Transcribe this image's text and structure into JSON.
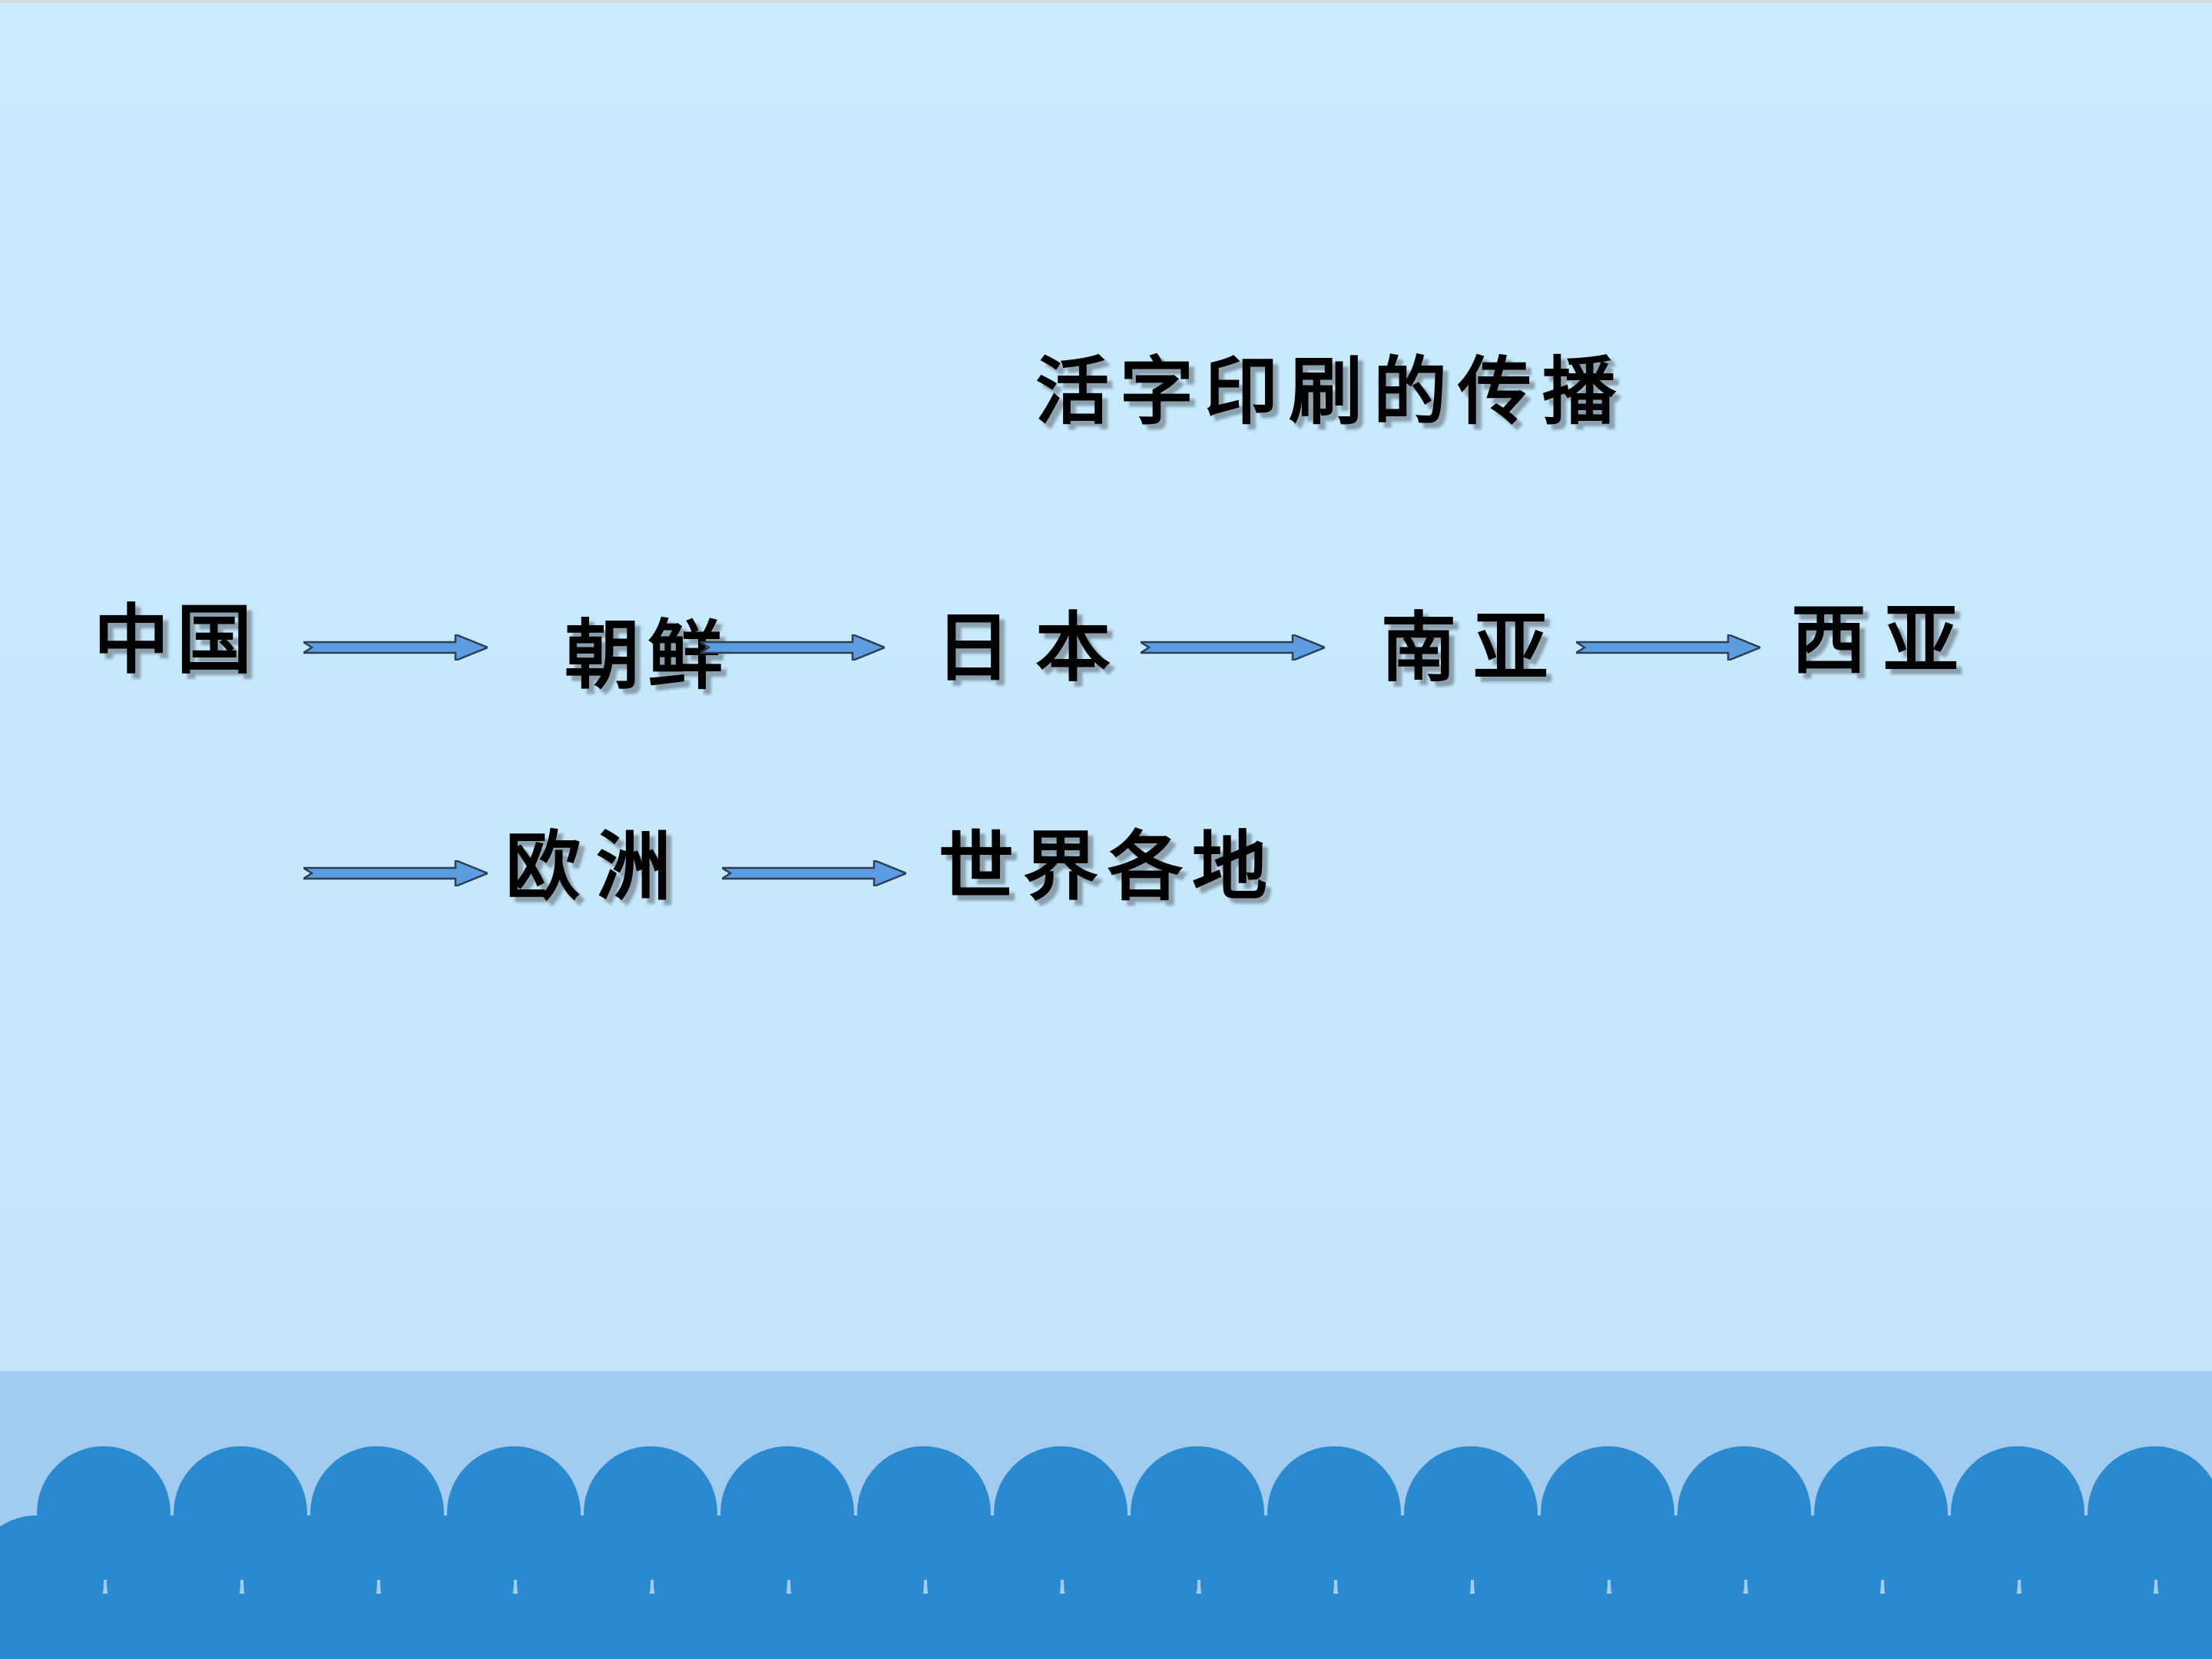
{
  "slide": {
    "title": "活字印刷的传播",
    "route": [
      {
        "id": "china",
        "label": "中国"
      },
      {
        "id": "korea",
        "label": "朝鲜"
      },
      {
        "id": "japan",
        "label": "日本"
      },
      {
        "id": "south-asia",
        "label": "南亚"
      },
      {
        "id": "west-asia",
        "label": "西亚"
      },
      {
        "id": "europe",
        "label": "欧洲"
      },
      {
        "id": "world",
        "label": "世界各地"
      }
    ]
  },
  "colors": {
    "background": "#c6e8fb",
    "band": "#a1ccf0",
    "waves": "#2a89cf",
    "arrow_fill": "#5b9de0",
    "arrow_outline": "#2d3e55",
    "text": "#000000"
  },
  "icons": {
    "arrow": "right-arrow-icon",
    "footer": "wave-pattern-decoration"
  }
}
